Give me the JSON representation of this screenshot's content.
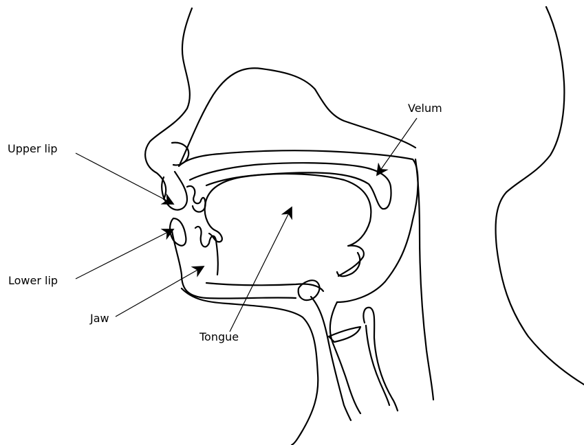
{
  "labels": {
    "velum": "Velum",
    "upper_lip": "Upper lip",
    "lower_lip": "Lower lip",
    "jaw": "Jaw",
    "tongue": "Tongue"
  }
}
